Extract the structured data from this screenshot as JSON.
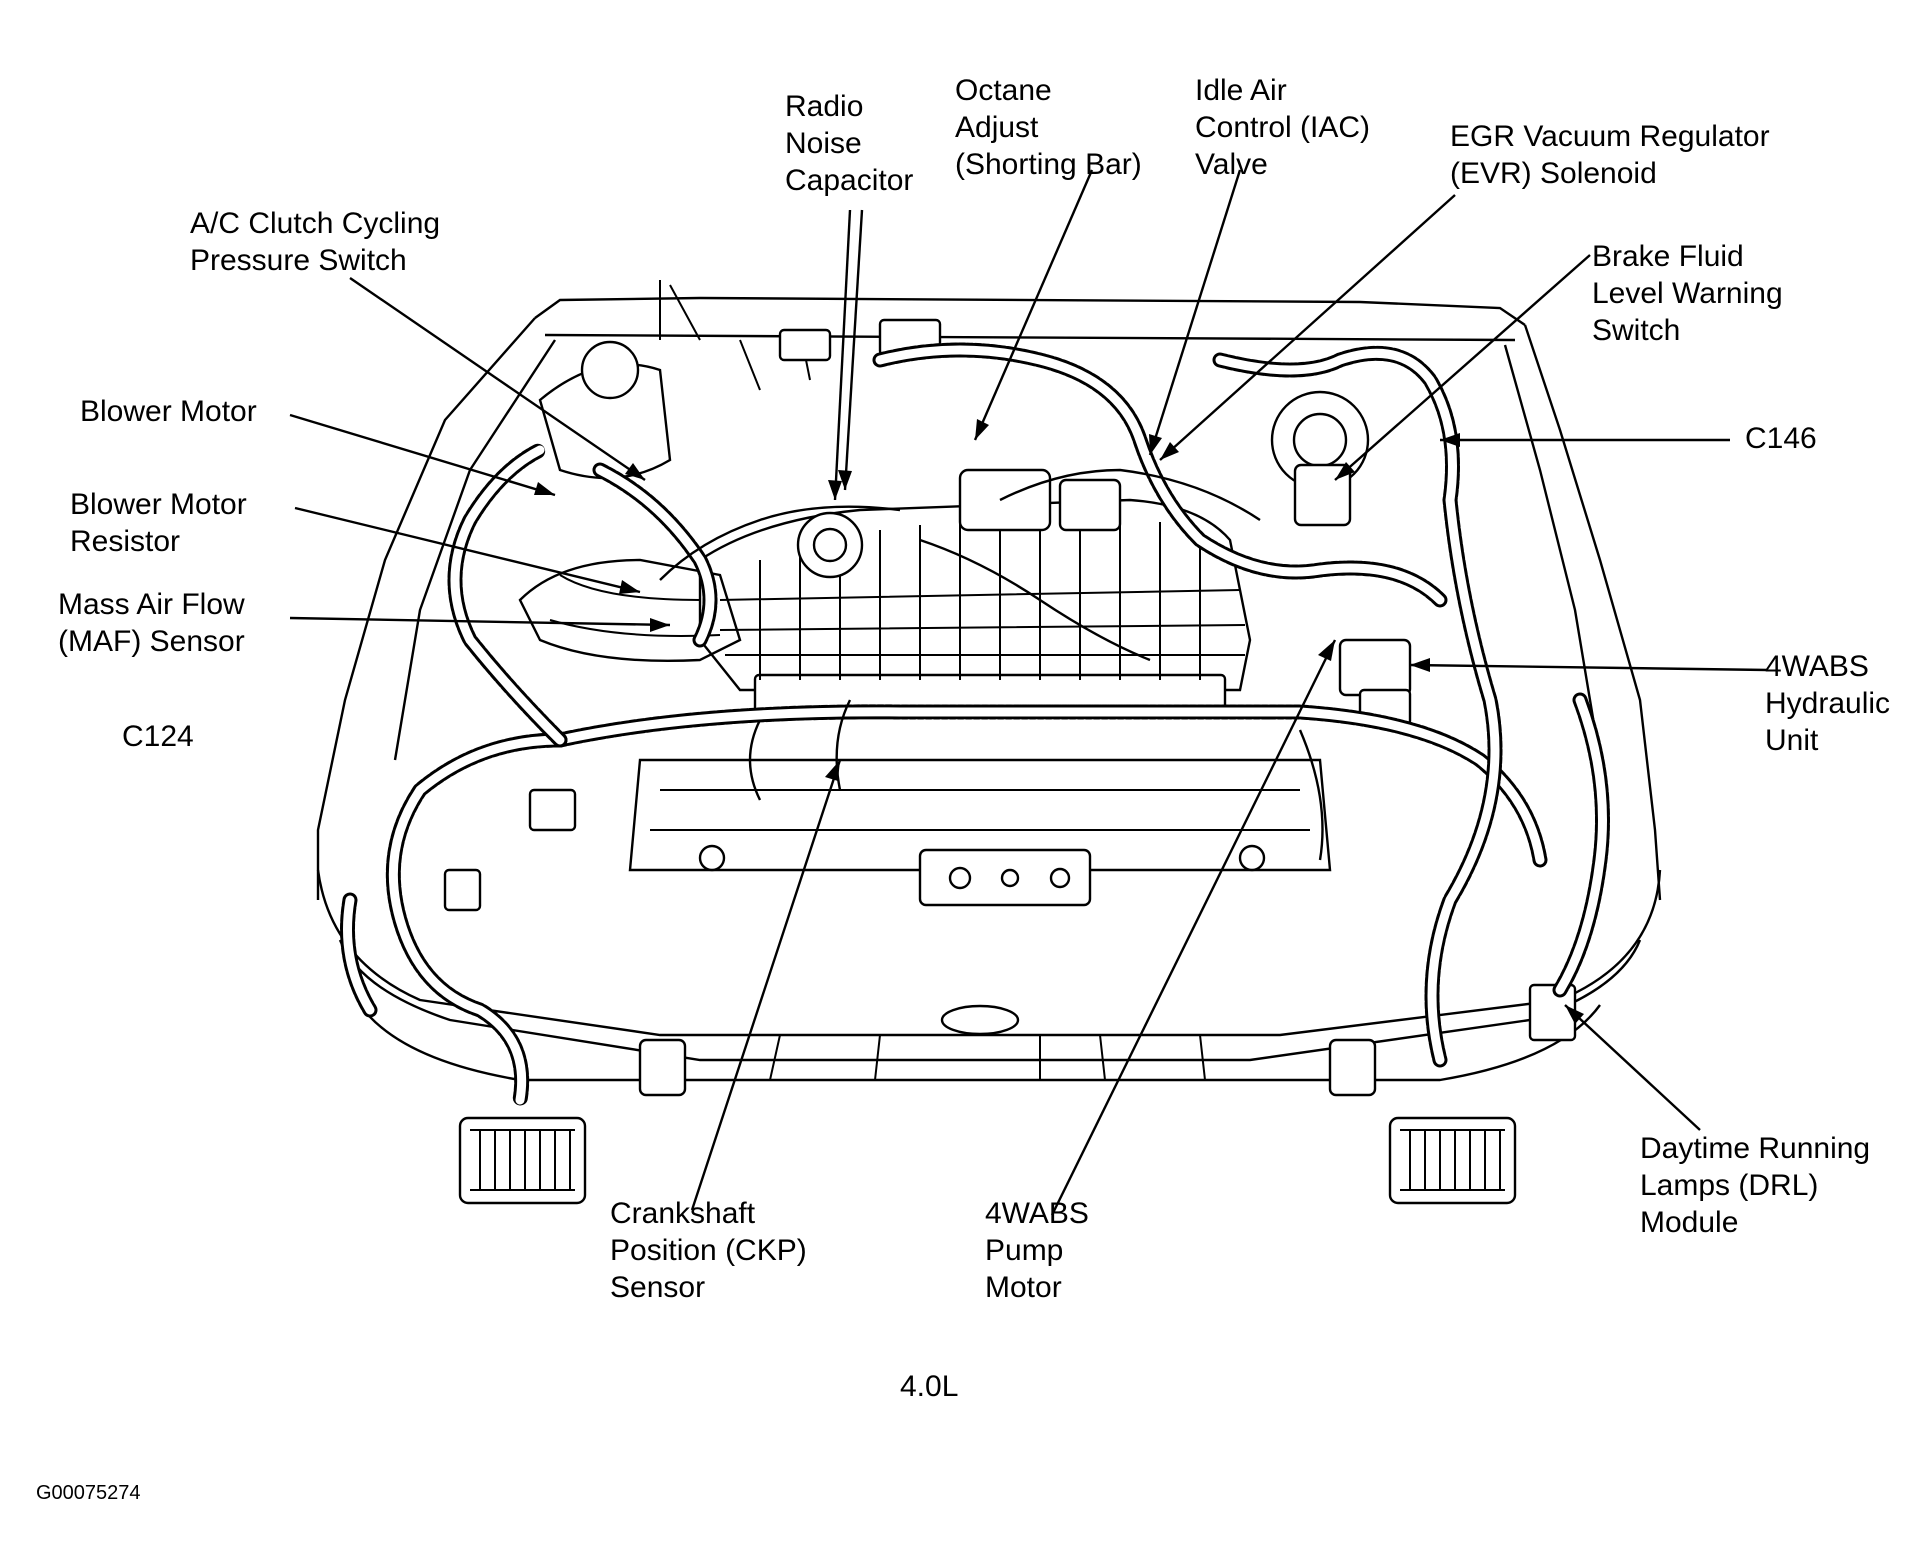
{
  "diagram": {
    "caption": "4.0L",
    "figure_id": "G00075274",
    "labels": {
      "radio_noise_capacitor": [
        "Radio",
        "Noise",
        "Capacitor"
      ],
      "octane_adjust": [
        "Octane",
        "Adjust",
        "(Shorting Bar)"
      ],
      "iac_valve": [
        "Idle Air",
        "Control (IAC)",
        "Valve"
      ],
      "evr_solenoid": [
        "EGR Vacuum Regulator",
        "(EVR) Solenoid"
      ],
      "ac_clutch_switch": [
        "A/C Clutch Cycling",
        "Pressure Switch"
      ],
      "brake_fluid_switch": [
        "Brake Fluid",
        "Level Warning",
        "Switch"
      ],
      "blower_motor": [
        "Blower Motor"
      ],
      "c146": [
        "C146"
      ],
      "blower_motor_resistor": [
        "Blower Motor",
        "Resistor"
      ],
      "maf_sensor": [
        "Mass Air Flow",
        "(MAF) Sensor"
      ],
      "c124": [
        "C124"
      ],
      "wabs_hydraulic_unit": [
        "4WABS",
        "Hydraulic",
        "Unit"
      ],
      "ckp_sensor": [
        "Crankshaft",
        "Position (CKP)",
        "Sensor"
      ],
      "wabs_pump_motor": [
        "4WABS",
        "Pump",
        "Motor"
      ],
      "drl_module": [
        "Daytime Running",
        "Lamps (DRL)",
        "Module"
      ]
    }
  }
}
